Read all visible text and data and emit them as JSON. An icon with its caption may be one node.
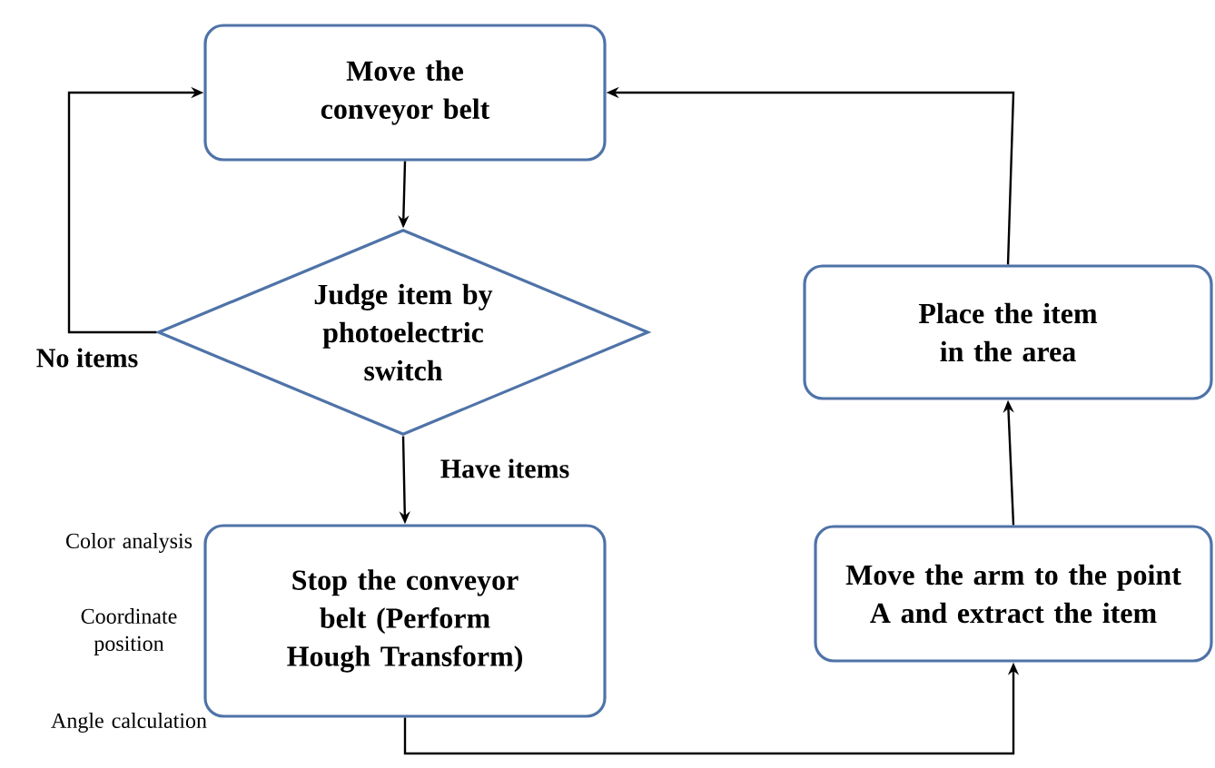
{
  "diagram": {
    "nodes": [
      {
        "text": [
          "Move the conveyor belt"
        ]
      },
      {
        "text": [
          "Judge item by photoelectric switch"
        ]
      },
      {
        "text": [
          "Stop the conveyor belt (Perform Hough Transform)"
        ],
        "beside": [
          "Color analysis",
          "Coordinate position",
          "Angle calculation"
        ]
      },
      {
        "text": [
          "Move the arm to the point A and extract the item"
        ]
      },
      {
        "text": [
          "Place the item in the area"
        ]
      }
    ],
    "edges": [
      {
        "from": 0,
        "to": 1,
        "arrow": "to"
      },
      {
        "from": 1,
        "to": 0,
        "arrow": "to",
        "label": "No items"
      },
      {
        "from": 1,
        "to": 2,
        "arrow": "to",
        "label": "Have items"
      },
      {
        "from": 2,
        "to": 3,
        "arrow": "to"
      },
      {
        "from": 3,
        "to": 4,
        "arrow": "to"
      },
      {
        "from": 4,
        "to": 0,
        "arrow": "to"
      }
    ]
  }
}
